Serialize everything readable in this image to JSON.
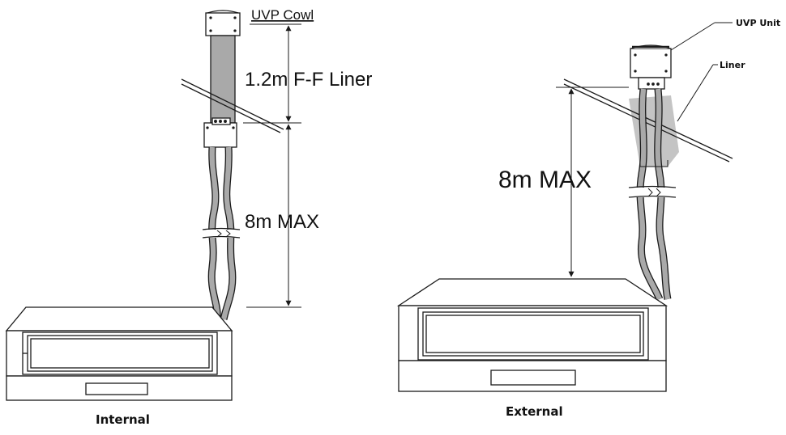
{
  "internal": {
    "caption": "Internal",
    "cowl_label": "UVP Cowl",
    "liner_label": "1.2m F-F Liner",
    "max_label": "8m MAX"
  },
  "external": {
    "caption": "External",
    "unit_label": "UVP Unit",
    "liner_label": "Liner",
    "max_label": "8m MAX"
  },
  "colors": {
    "stroke": "#1a1a1a",
    "pipe_fill": "#a9a9a9",
    "liner_fill": "#c4c4c4",
    "shade": "#b8b8b8"
  }
}
